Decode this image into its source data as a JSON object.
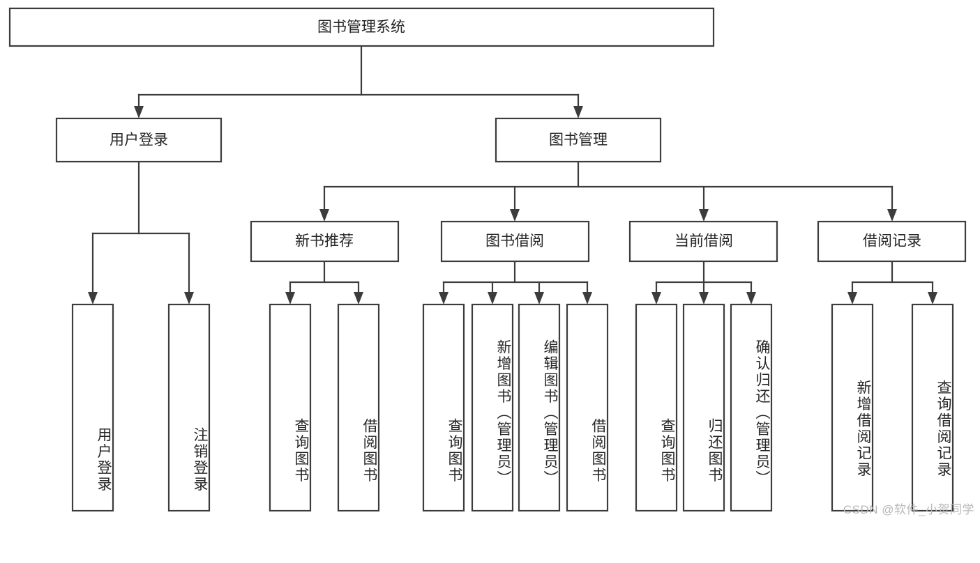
{
  "diagram": {
    "title": "图书管理系统",
    "type": "hierarchy-tree",
    "watermark": "CSDN @软件_小贺同学",
    "colors": {
      "box_stroke": "#3c3c3c",
      "box_fill": "#ffffff",
      "text": "#262626",
      "background": "#ffffff",
      "watermark": "#b8b8b8"
    },
    "levels": {
      "root": {
        "label": "图书管理系统"
      },
      "level2": [
        {
          "label": "用户登录"
        },
        {
          "label": "图书管理"
        }
      ],
      "level3": [
        {
          "label": "新书推荐"
        },
        {
          "label": "图书借阅"
        },
        {
          "label": "当前借阅"
        },
        {
          "label": "借阅记录"
        }
      ],
      "leaves": {
        "user_login": [
          {
            "label": "用户登录"
          },
          {
            "label": "注销登录"
          }
        ],
        "new_book_recommend": [
          {
            "label": "查询图书"
          },
          {
            "label": "借阅图书"
          }
        ],
        "book_borrow": [
          {
            "label": "查询图书"
          },
          {
            "label": "新增图书（管理员）"
          },
          {
            "label": "编辑图书（管理员）"
          },
          {
            "label": "借阅图书"
          }
        ],
        "current_borrow": [
          {
            "label": "查询图书"
          },
          {
            "label": "归还图书"
          },
          {
            "label": "确认归还（管理员）"
          }
        ],
        "borrow_record": [
          {
            "label": "新增借阅记录"
          },
          {
            "label": "查询借阅记录"
          }
        ]
      }
    }
  }
}
